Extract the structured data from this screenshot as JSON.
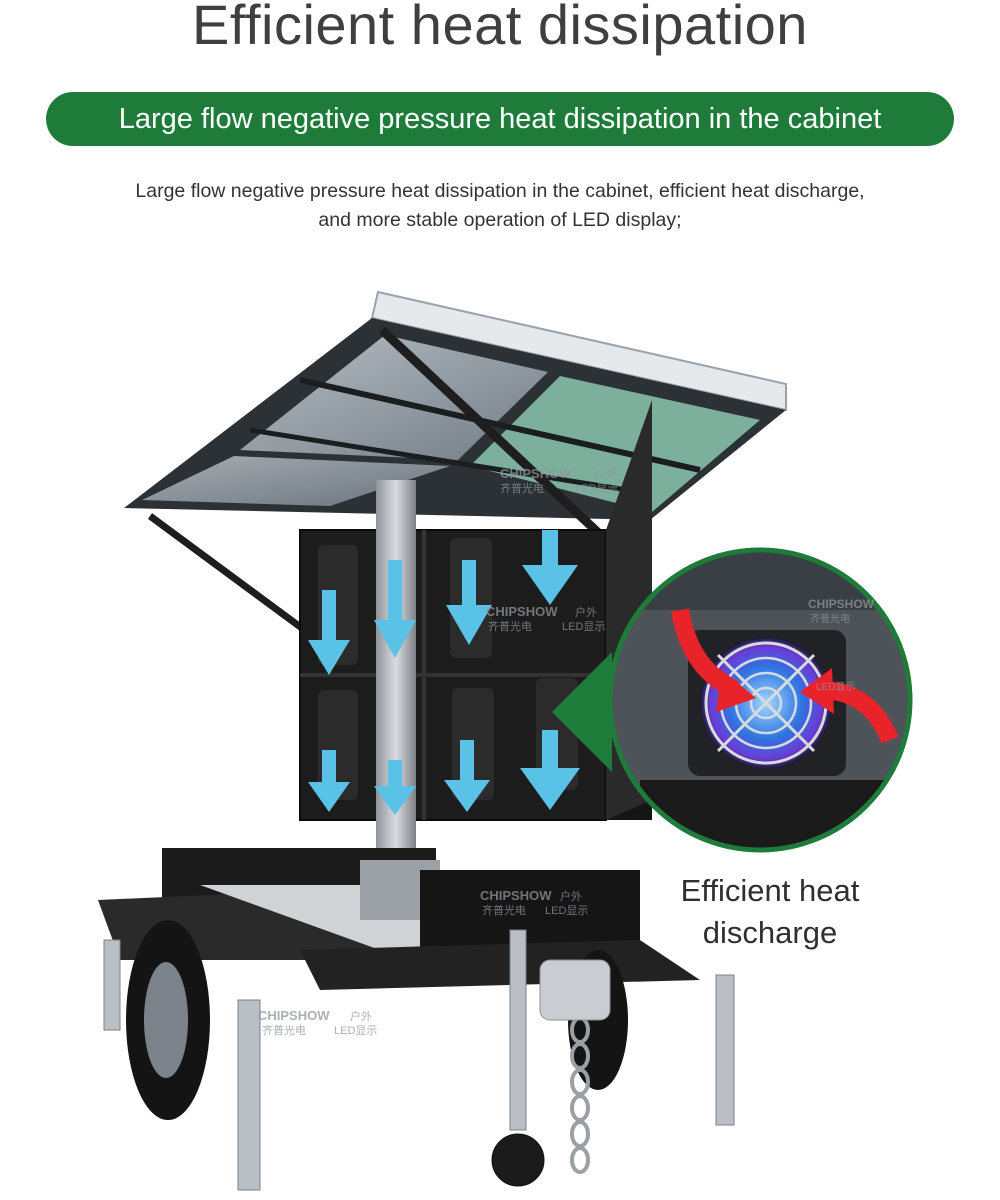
{
  "header": {
    "title": "Efficient heat dissipation",
    "banner": "Large flow negative pressure heat dissipation in the cabinet"
  },
  "description": {
    "line1": "Large flow negative pressure heat dissipation in the cabinet, efficient heat discharge,",
    "line2": "and more stable operation of LED display;"
  },
  "callout": {
    "line1": "Efficient heat",
    "line2": "discharge"
  },
  "watermark": {
    "brand": "CHIPSHOW",
    "cn_left": "齐普光电",
    "cn_right": "户外",
    "cn_right2": "LED显示"
  },
  "colors": {
    "accent_green": "#1e7b3a",
    "airflow_arrow": "#5bc2e7",
    "hot_air_arrow": "#e8232a"
  },
  "icons": [
    "down-arrow-icon",
    "fan-icon",
    "curved-arrow-icon"
  ]
}
